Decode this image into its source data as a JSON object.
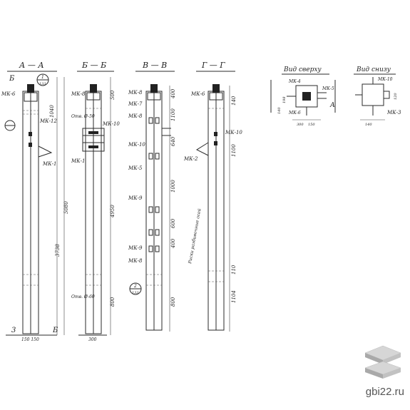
{
  "sections": [
    {
      "title": "А — А",
      "bottom_letter": "3",
      "ann_a": "МК-6",
      "ann_b": "МК-12",
      "ann_c": "МК-1",
      "ref_circle_top": "1",
      "ref_circle_bottom": "133",
      "dims": [
        "1040",
        "5080",
        "3738"
      ],
      "bottom_dim": "150  150",
      "letter_b": "Б",
      "letter_b2": "Б"
    },
    {
      "title": "Б — Б",
      "ann_a": "МК-8",
      "ann_b": "Отв. Ø-50",
      "ann_c": "МК-10",
      "ann_d": "МК-1",
      "ann_e": "Отв. Ø-60",
      "dims": [
        "500",
        "4950",
        "800"
      ],
      "bottom_dim": "300"
    },
    {
      "title": "В — В",
      "ann": [
        "МК-8",
        "МК-7",
        "МК-8",
        "МК-10",
        "МК-5",
        "МК-9",
        "МК-9",
        "МК-8"
      ],
      "dims": [
        "400",
        "1100",
        "640",
        "1000",
        "600",
        "400",
        "800"
      ],
      "ref_circle_top": "2",
      "ref_circle_bottom": "133",
      "note": "Риски разбивочные осей"
    },
    {
      "title": "Г — Г",
      "ann": [
        "МК-6",
        "МК-10",
        "МК-2"
      ],
      "dims": [
        "140",
        "1100",
        "1104",
        "110"
      ]
    }
  ],
  "top_view": {
    "title": "Вид сверху",
    "labels": [
      "МК-4",
      "МК-5",
      "МК-6"
    ],
    "dims": [
      "140",
      "198",
      "300",
      "150"
    ],
    "letter": "А"
  },
  "bottom_view": {
    "title": "Вид снизу",
    "labels": [
      "МК-10",
      "МК-3"
    ],
    "dims": [
      "120",
      "140"
    ]
  },
  "watermark": {
    "site": "gbi22.ru",
    "logo_icon": "stacked-slabs-icon"
  }
}
